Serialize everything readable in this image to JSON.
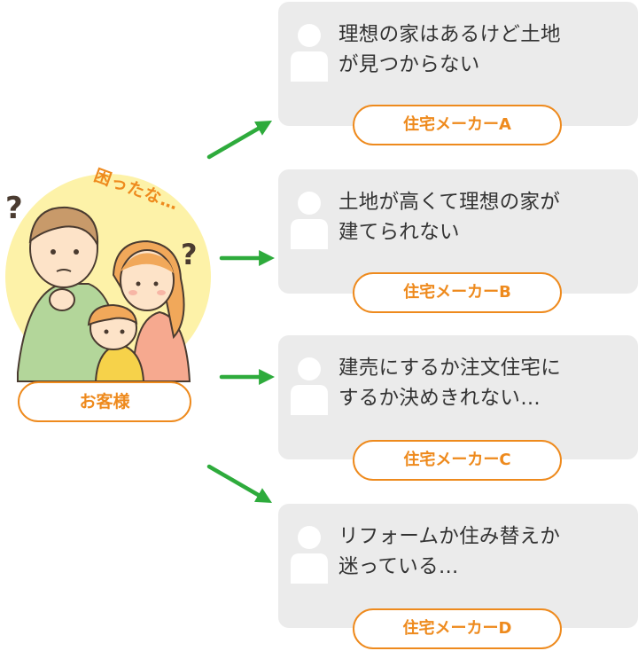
{
  "customer": {
    "exclamation": "困ったな…",
    "label": "お客様",
    "question_mark": "?"
  },
  "cards": [
    {
      "line1": "理想の家はあるけど土地",
      "line2": "が見つからない",
      "maker": "住宅メーカーA"
    },
    {
      "line1": "土地が高くて理想の家が",
      "line2": "建てられない",
      "maker": "住宅メーカーB"
    },
    {
      "line1": "建売にするか注文住宅に",
      "line2": "するか決めきれない…",
      "maker": "住宅メーカーC"
    },
    {
      "line1": "リフォームか住み替えか",
      "line2": "迷っている…",
      "maker": "住宅メーカーD"
    }
  ],
  "colors": {
    "accent_orange": "#ee8a1d",
    "arrow_green": "#2eab3c",
    "card_gray": "#ebebeb",
    "avatar_white": "#ffffff",
    "circle_yellow": "#fdf2a8"
  },
  "icons": {
    "avatar": "person-silhouette-icon",
    "arrow": "arrow-right-icon",
    "question": "question-mark-icon"
  }
}
